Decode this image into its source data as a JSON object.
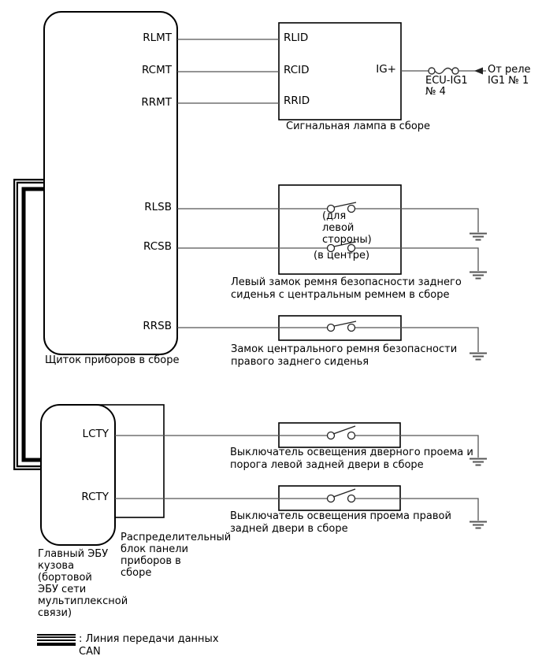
{
  "instrument_panel": {
    "caption": "Щиток приборов в сборе",
    "pins": {
      "rlmt": "RLMT",
      "rcmt": "RCMT",
      "rrmt": "RRMT",
      "rlsb": "RLSB",
      "rcsb": "RCSB",
      "rrsb": "RRSB"
    }
  },
  "signal_lamp": {
    "caption": "Сигнальная лампа в сборе",
    "pins": {
      "rlid": "RLID",
      "rcid": "RCID",
      "rrid": "RRID",
      "ig": "IG+"
    }
  },
  "power_feed": {
    "fuse_name": "ECU-IG1",
    "fuse_no": "№ 4",
    "source_line1": "От реле",
    "source_line2": "IG1 № 1"
  },
  "seatbelt_buckle_left": {
    "caption_line1": "Левый замок ремня безопасности заднего",
    "caption_line2": "сиденья с центральным ремнем в сборе",
    "note_left_line1": "(для",
    "note_left_line2": "левой",
    "note_left_line3": "стороны)",
    "note_center": "(в центре)"
  },
  "seatbelt_buckle_right": {
    "caption_line1": "Замок центрального ремня безопасности",
    "caption_line2": "правого заднего сиденья"
  },
  "courtesy_switch_left": {
    "caption_line1": "Выключатель освещения дверного проема и",
    "caption_line2": "порога левой задней двери в сборе"
  },
  "courtesy_switch_right": {
    "caption_line1": "Выключатель освещения проема правой",
    "caption_line2": "задней двери в сборе"
  },
  "main_body_ecu": {
    "caption_line1": "Главный ЭБУ",
    "caption_line2": "кузова",
    "caption_line3": "(бортовой",
    "caption_line4": "ЭБУ сети",
    "caption_line5": "мультиплексной",
    "caption_line6": "связи)",
    "pins": {
      "lcty": "LCTY",
      "rcty": "RCTY"
    }
  },
  "junction_block": {
    "caption_line1": "Распределительный",
    "caption_line2": "блок панели",
    "caption_line3": "приборов в",
    "caption_line4": "сборе"
  },
  "legend": {
    "line1": ": Линия передачи данных",
    "line2": "CAN"
  },
  "colors": {
    "wire": "#555555",
    "outline": "#000000",
    "background": "#ffffff"
  }
}
